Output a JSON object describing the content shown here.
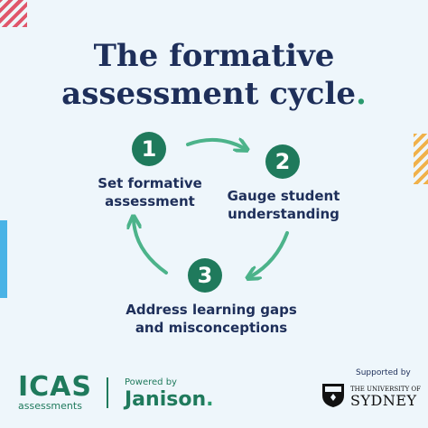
{
  "title": {
    "line1": "The formative",
    "line2": "assessment cycle",
    "dot": "."
  },
  "steps": [
    {
      "number": "1",
      "line1": "Set formative",
      "line2": "assessment"
    },
    {
      "number": "2",
      "line1": "Gauge student",
      "line2": "understanding"
    },
    {
      "number": "3",
      "line1": "Address learning gaps",
      "line2": "and misconceptions"
    }
  ],
  "footer": {
    "icas": "ICAS",
    "icas_sub": "assessments",
    "powered_by": "Powered by",
    "janison": "Janison",
    "janison_dot": ".",
    "supported_by": "Supported by",
    "uni_the": "THE UNIVERSITY OF",
    "uni_name": "SYDNEY"
  },
  "colors": {
    "background": "#eef6fb",
    "navy": "#1e2f5a",
    "green": "#1f7a5c",
    "arrow": "#4cb38a"
  }
}
